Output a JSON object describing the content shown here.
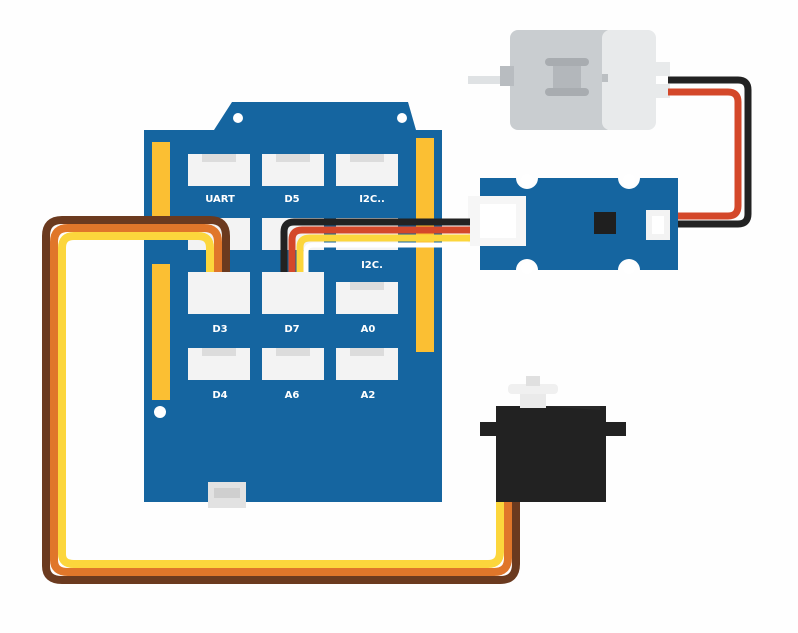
{
  "ports": {
    "uart": "UART",
    "d5": "D5",
    "i2c1": "I2C..",
    "i2c2": "I2C.",
    "d3": "D3",
    "d7": "D7",
    "a0": "A0",
    "d4": "D4",
    "a6": "A6",
    "a2": "A2"
  },
  "colors": {
    "board_blue": "#1565a0",
    "header_yellow": "#fbbf33",
    "connector_white": "#f3f3f3",
    "wire_black": "#222222",
    "wire_red": "#d4482a",
    "wire_yellow": "#fcd63c",
    "wire_white": "#ffffff",
    "wire_brown": "#6b3a1f",
    "wire_orange": "#e0762a",
    "motor_grey": "#c9cdd0",
    "servo_black": "#222222"
  },
  "icons": {
    "motor": "dc-motor-icon",
    "servo": "servo-motor-icon",
    "driver": "motor-driver-board-icon"
  }
}
